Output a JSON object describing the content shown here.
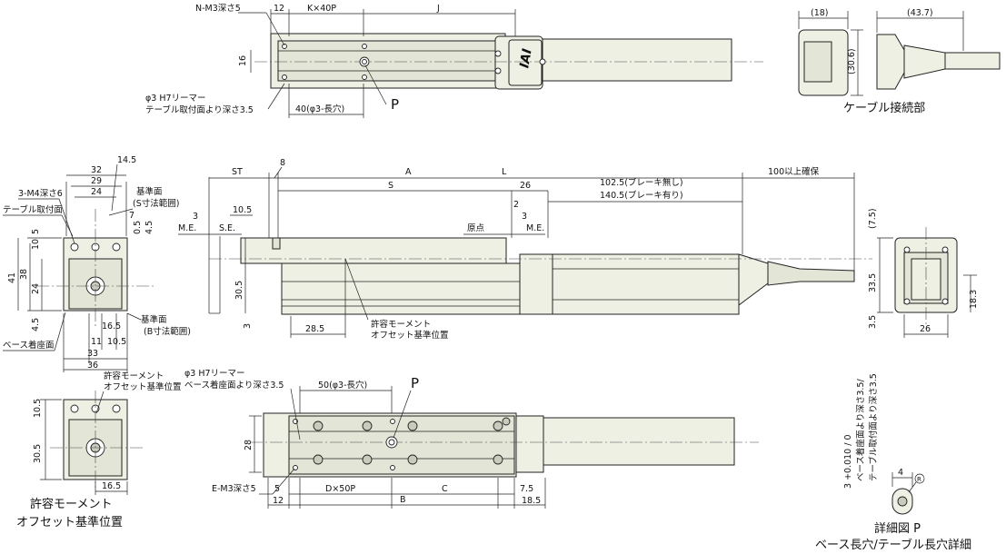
{
  "top_view": {
    "n_m3_depth": "N-M3深さ5",
    "dim_12": "12",
    "k_x_40p": "K×40P",
    "dim_j": "J",
    "dim_16": "16",
    "phi3_h7": "φ3 H7リーマー",
    "table_depth": "テーブル取付面より深さ3.5",
    "dim_40_slot": "40(φ3-長穴)",
    "detail_p": "P",
    "logo": "IAI"
  },
  "cable_view": {
    "dim_18": "(18)",
    "dim_43_7": "(43.7)",
    "dim_30_6": "(30.6)",
    "title": "ケーブル接続部"
  },
  "left_end_view": {
    "dim_14_5": "14.5",
    "dim_32": "32",
    "dim_29": "29",
    "dim_24": "24",
    "m4_depth": "3-M4深さ6",
    "table_face": "テーブル取付面",
    "ref_face_s": "基準面",
    "ref_face_s_range": "(S寸法範囲)",
    "dim_7": "7",
    "dim_0_5": "0.5",
    "dim_4_5_a": "4.5",
    "dim_10": "10",
    "dim_5": "5",
    "dim_41": "41",
    "dim_38": "38",
    "dim_24_v": "24",
    "dim_4_5_b": "4.5",
    "dim_16_5": "16.5",
    "dim_11": "11",
    "dim_10_5": "10.5",
    "dim_33": "33",
    "dim_36": "36",
    "ref_face_b": "基準面",
    "ref_face_b_range": "(B寸法範囲)",
    "base_face": "ベース着座面"
  },
  "side_view": {
    "dim_st": "ST",
    "dim_8": "8",
    "dim_a": "A",
    "dim_l": "L",
    "dim_s": "S",
    "dim_26": "26",
    "brake_none": "102.5(ブレーキ無し)",
    "brake_with": "140.5(ブレーキ有り)",
    "clearance": "100以上確保",
    "dim_3_a": "3",
    "me_left": "M.E.",
    "se": "S.E.",
    "dim_10_5": "10.5",
    "dim_2": "2",
    "dim_3_b": "3",
    "origin": "原点",
    "me_right": "M.E.",
    "dim_30_5": "30.5",
    "dim_3_c": "3",
    "dim_28_5": "28.5",
    "moment_ref_1": "許容モーメント",
    "moment_ref_2": "オフセット基準位置"
  },
  "right_end_view": {
    "dim_7_5": "(7.5)",
    "dim_33_5": "33.5",
    "dim_18_3": "18.3",
    "dim_3_5": "3.5",
    "dim_26": "26"
  },
  "moment_view": {
    "label1": "許容モーメント",
    "label2": "オフセット基準位置",
    "dim_10_5": "10.5",
    "dim_30_5": "30.5",
    "dim_16_5": "16.5",
    "caption1": "許容モーメント",
    "caption2": "オフセット基準位置"
  },
  "bottom_view": {
    "phi3_h7": "φ3 H7リーマー",
    "base_depth": "ベース着座面より深さ3.5",
    "dim_50_slot": "50(φ3-長穴)",
    "detail_p": "P",
    "dim_28": "28",
    "e_m3_depth": "E-M3深さ5",
    "dim_5": "5",
    "dim_12": "12",
    "d_x_50p": "D×50P",
    "dim_b": "B",
    "dim_c": "C",
    "dim_7_5": "7.5",
    "dim_18_5": "18.5"
  },
  "detail_p": {
    "tol": "3 +0.010 / 0",
    "depth_text_1": "ベース着座面より深さ3.5/",
    "depth_text_2": "テーブル取付面より深さ3.5",
    "dim_4": "4",
    "r_mark": "R",
    "title1": "詳細図 P",
    "title2": "ベース長穴/テーブル長穴詳細"
  }
}
